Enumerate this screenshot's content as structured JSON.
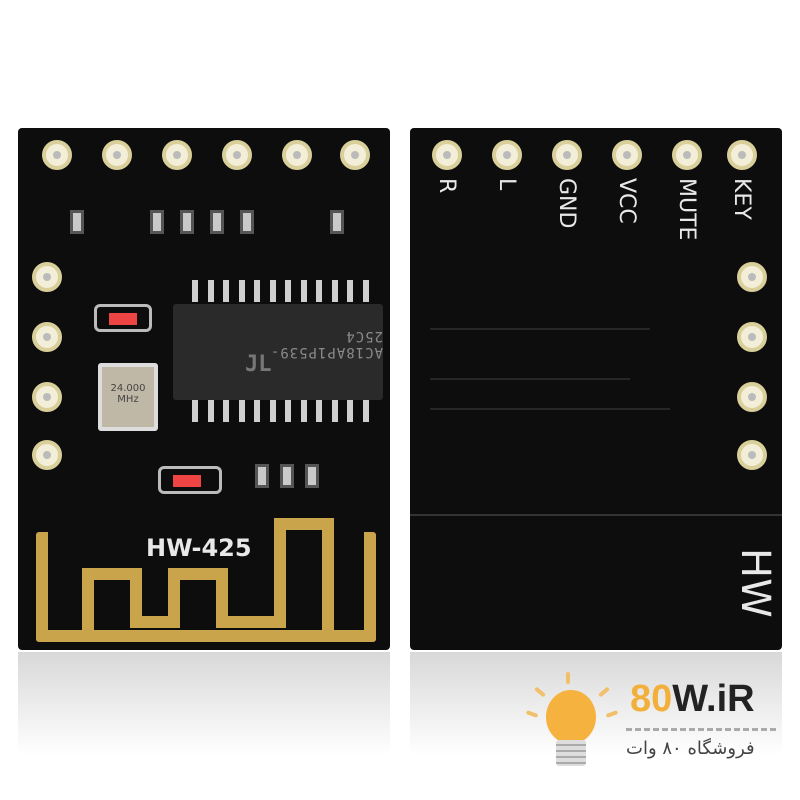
{
  "front": {
    "chip_marking": "AC18AP1P539-25C4",
    "chip_logo": "JL",
    "crystal": {
      "line1": "24.000",
      "line2": "MHz"
    },
    "model_label": "HW-425"
  },
  "back": {
    "pin_labels": [
      "R",
      "L",
      "GND",
      "VCC",
      "MUTE",
      "KEY"
    ],
    "edge_label": "HW"
  },
  "watermark": {
    "brand_a": "80",
    "brand_b": "W.iR",
    "tagline": "فروشگاه ۸۰ وات"
  },
  "colors": {
    "pcb": "#0d0d0d",
    "gold": "#c9a44a",
    "accent": "#f2b03a"
  }
}
